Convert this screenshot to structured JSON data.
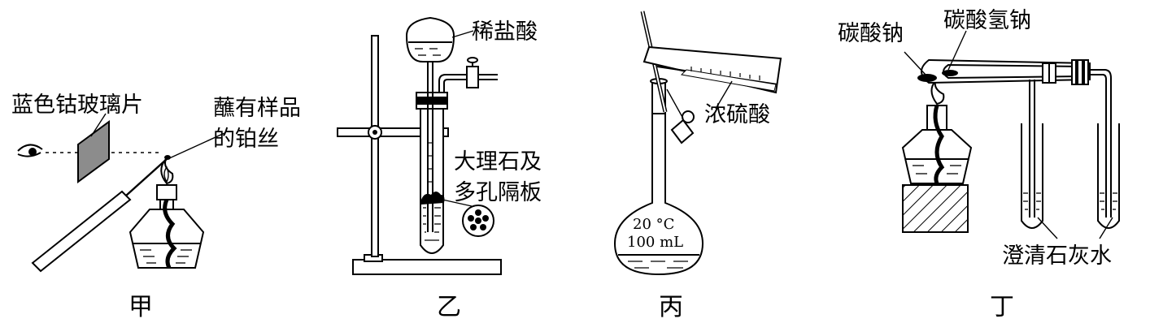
{
  "captions": {
    "jia": "甲",
    "yi": "乙",
    "bing": "丙",
    "ding": "丁"
  },
  "labels": {
    "blue_glass": "蓝色钴玻璃片",
    "wire_line1": "蘸有样品",
    "wire_line2": "的铂丝",
    "dilute_hcl": "稀盐酸",
    "marble_line1": "大理石及",
    "marble_line2": "多孔隔板",
    "conc_h2so4": "浓硫酸",
    "flask_temp": "20 °C",
    "flask_volume": "100 mL",
    "na2co3": "碳酸钠",
    "nahco3": "碳酸氢钠",
    "limewater": "澄清石灰水"
  }
}
